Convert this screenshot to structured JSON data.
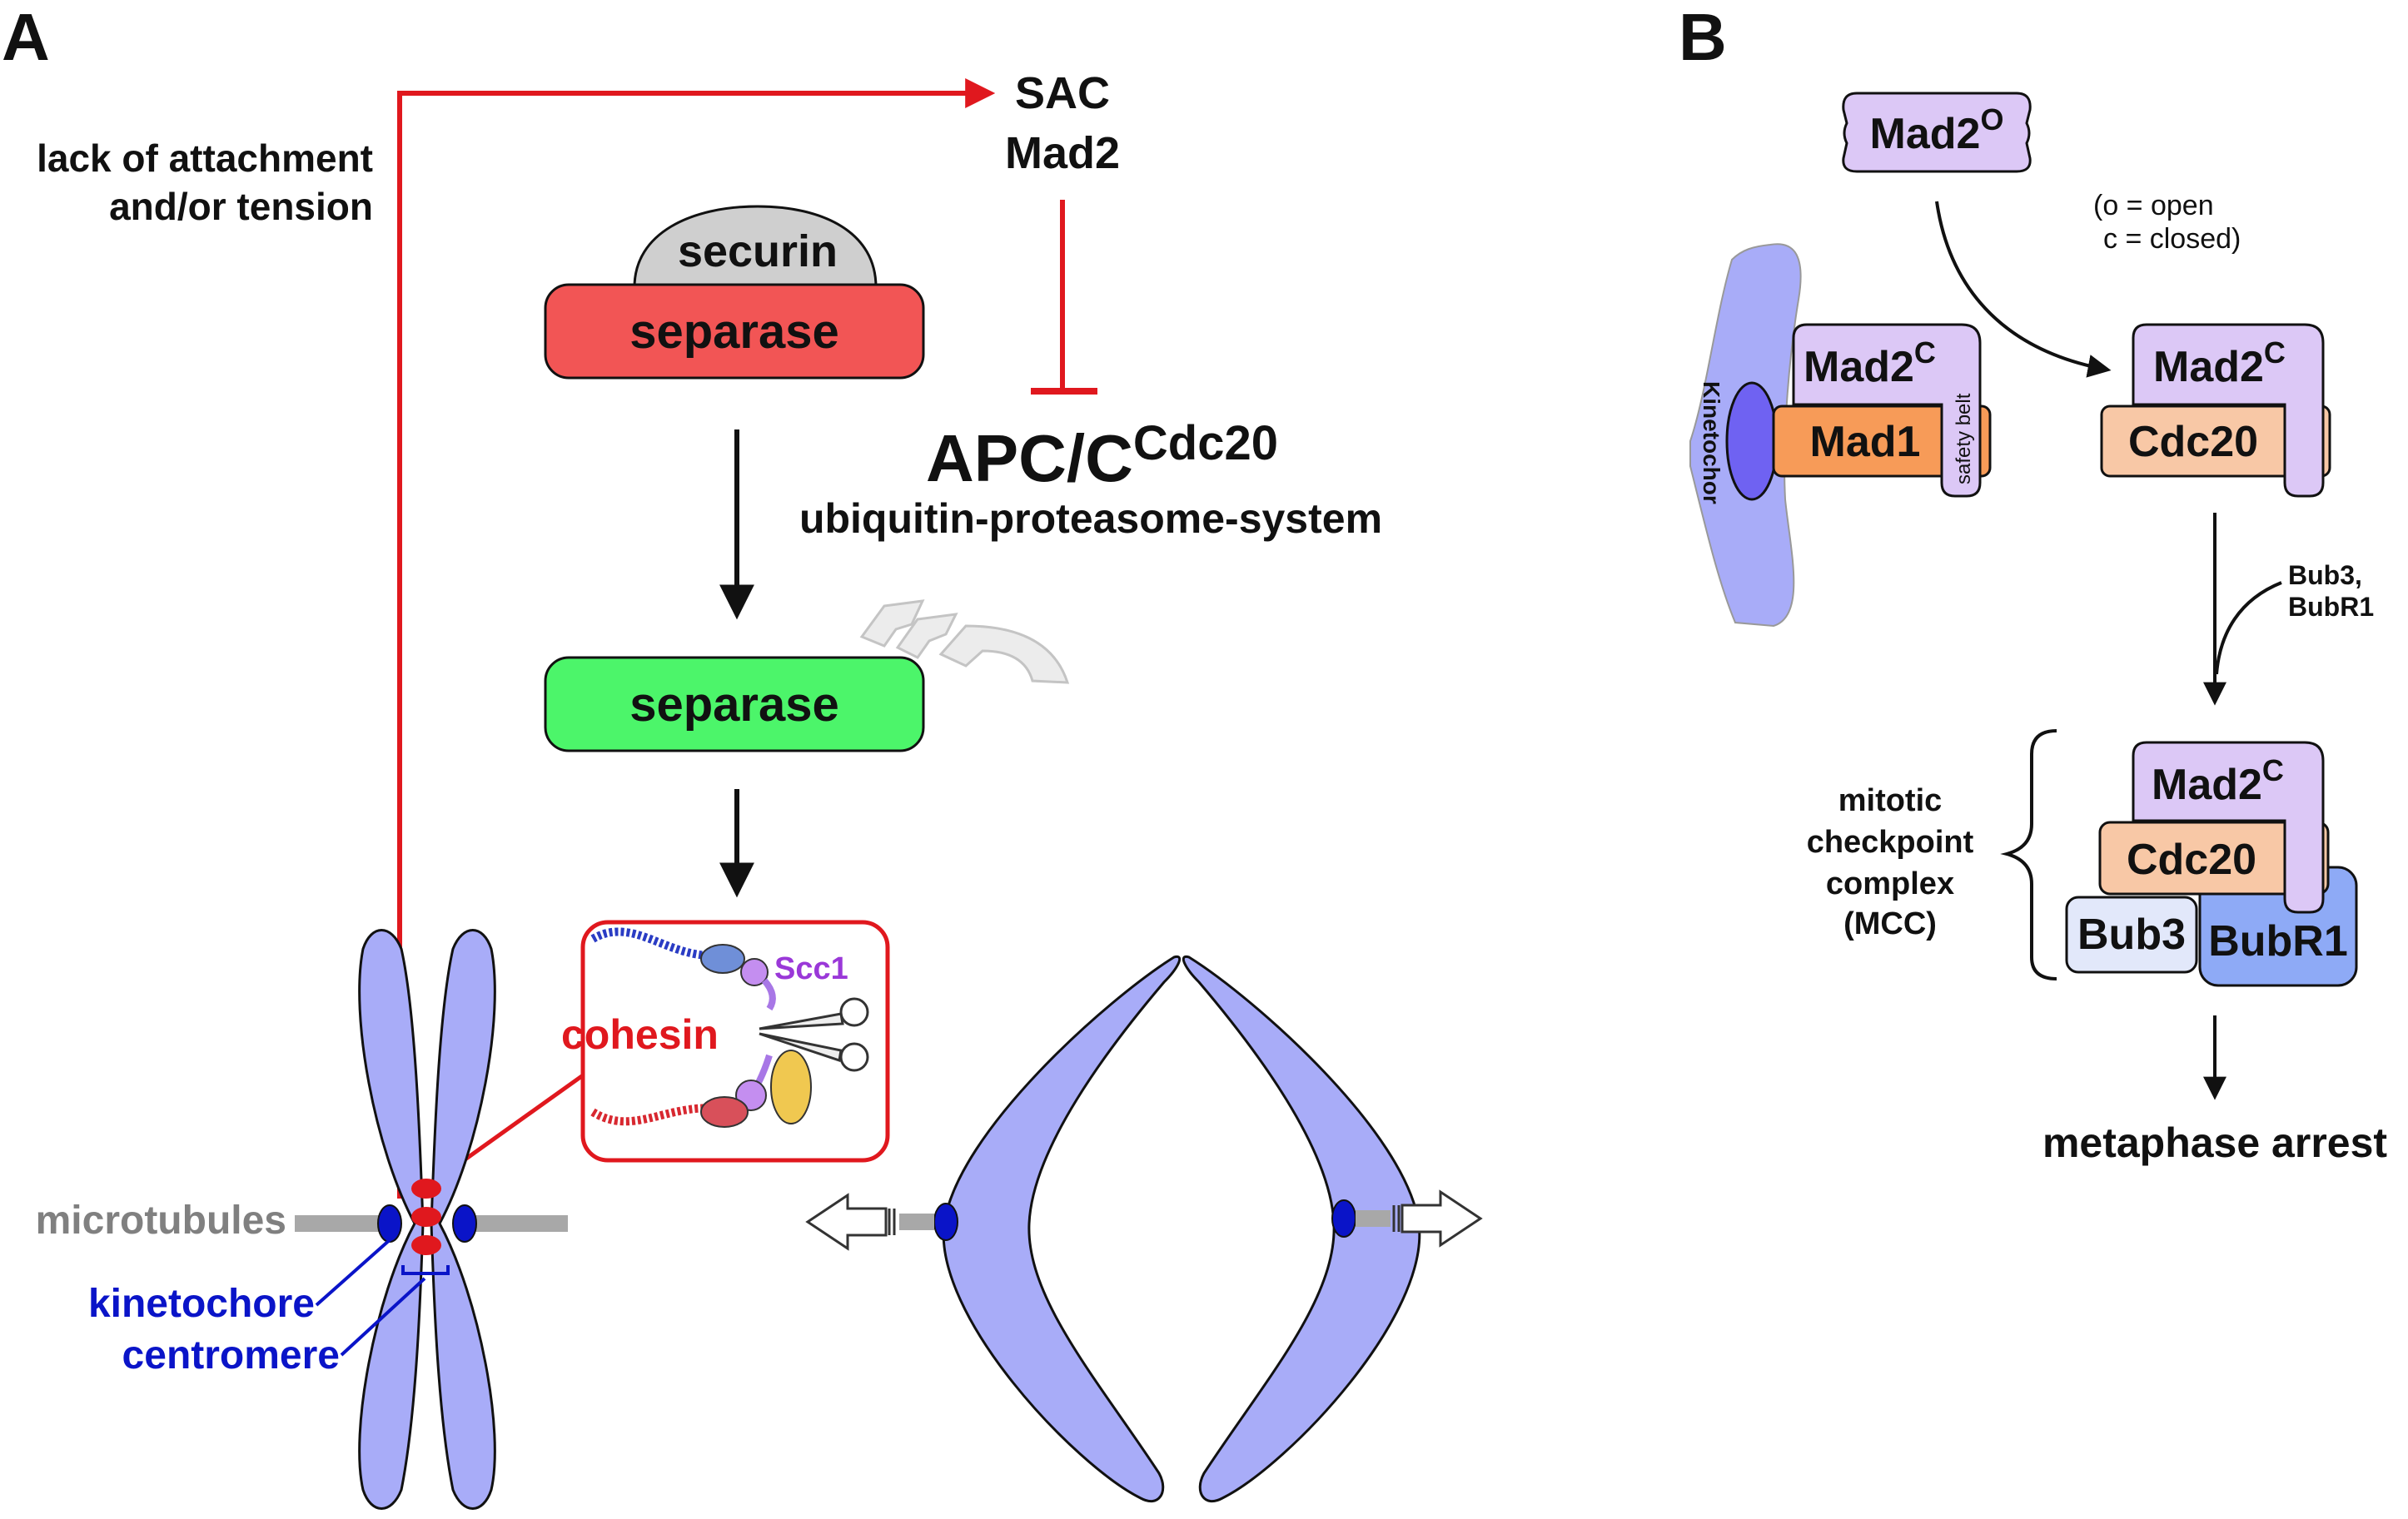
{
  "colors": {
    "red": "#e0181e",
    "blue": "#0a14c8",
    "chromosome": "#a8acf8",
    "separase_inactive": "#f25555",
    "separase_active": "#4cf56a",
    "securin": "#cfcfcf",
    "mad2": "#dcc8f6",
    "mad1": "#f79b58",
    "cdc20": "#f8c8a6",
    "bub3": "#e2e8fa",
    "bubr1": "#8eaaf6",
    "kinetochore_b": "#6f62f2",
    "microtubule": "#a8a8a8"
  },
  "panelA": {
    "panel_label": "A",
    "trigger_line1": "lack of attachment",
    "trigger_line2": "and/or tension",
    "sac_line1": "SAC",
    "sac_line2": "Mad2",
    "securin": "securin",
    "separase_inactive": "separase",
    "separase_active": "separase",
    "apc_main": "APC/C",
    "apc_sup": "Cdc20",
    "ups": "ubiquitin-proteasome-system",
    "cohesin": "cohesin",
    "scc1": "Scc1",
    "microtubules": "microtubules",
    "kinetochore": "kinetochore",
    "centromere": "centromere"
  },
  "panelB": {
    "panel_label": "B",
    "mad2o_main": "Mad2",
    "mad2o_sup": "O",
    "legend_line1": "(o = open",
    "legend_line2": "c = closed)",
    "kinetochore": "Kinetochor",
    "mad1": "Mad1",
    "safety_belt": "safety belt",
    "mad2c_main": "Mad2",
    "mad2c_sup": "C",
    "cdc20": "Cdc20",
    "bub_line1": "Bub3,",
    "bub_line2": "BubR1",
    "mcc_line1": "mitotic",
    "mcc_line2": "checkpoint",
    "mcc_line3": "complex",
    "mcc_line4": "(MCC)",
    "bub3": "Bub3",
    "bubr1": "BubR1",
    "outcome": "metaphase arrest"
  }
}
